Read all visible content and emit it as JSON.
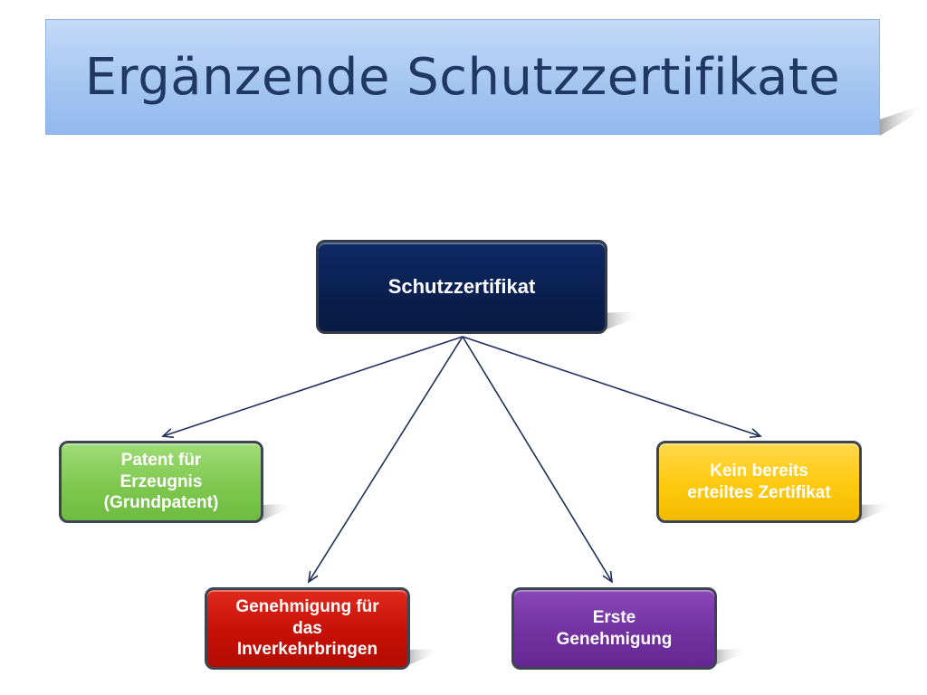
{
  "title": "Ergänzende Schutzzertifikate",
  "nodes": {
    "root": {
      "lines": [
        "Schutzzertifikat"
      ],
      "color": "#0a1f50"
    },
    "patent": {
      "lines": [
        "Patent für",
        "Erzeugnis",
        "(Grundpatent)"
      ],
      "color": "#7ec850"
    },
    "genehmigung": {
      "lines": [
        "Genehmigung für",
        "das",
        "Inverkehrbringen"
      ],
      "color": "#c61006"
    },
    "erste": {
      "lines": [
        "Erste",
        "Genehmigung"
      ],
      "color": "#7232a0"
    },
    "kein": {
      "lines": [
        "Kein bereits",
        "erteiltes Zertifikat"
      ],
      "color": "#ffc90e"
    }
  },
  "edges": [
    {
      "from": "root",
      "to": "patent"
    },
    {
      "from": "root",
      "to": "genehmigung"
    },
    {
      "from": "root",
      "to": "erste"
    },
    {
      "from": "root",
      "to": "kein"
    }
  ],
  "colors": {
    "title_bg": "#a6c6f2",
    "title_text": "#1f3864",
    "connector": "#1f2f5c",
    "node_border": "#3d4650"
  }
}
